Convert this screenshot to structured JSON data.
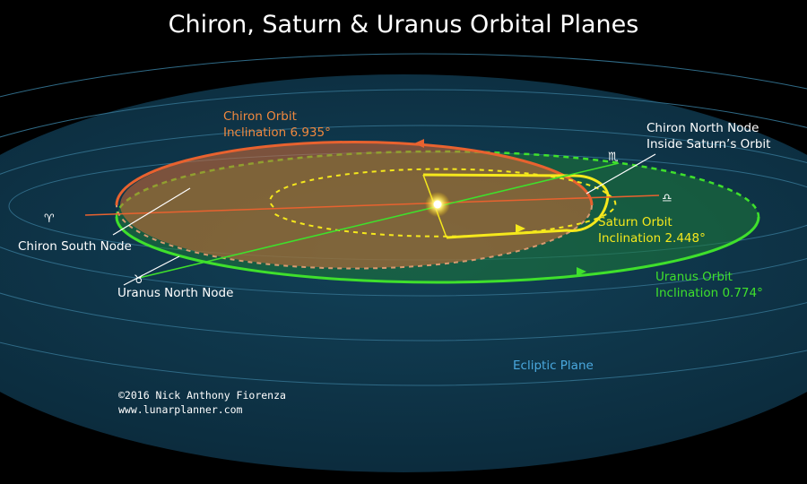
{
  "title": "Chiron, Saturn & Uranus Orbital Planes",
  "labels": {
    "chiron_orbit": "Chiron Orbit",
    "chiron_inclination": "Inclination 6.935°",
    "chiron_north_node_l1": "Chiron North Node",
    "chiron_north_node_l2": "Inside Saturn’s Orbit",
    "saturn_orbit": "Saturn Orbit",
    "saturn_inclination": "Inclination 2.448°",
    "uranus_orbit": "Uranus Orbit",
    "uranus_inclination": "Inclination 0.774°",
    "chiron_south_node": "Chiron South Node",
    "uranus_north_node": "Uranus North Node",
    "ecliptic_plane": "Ecliptic Plane"
  },
  "zodiac": {
    "aries": "♈",
    "libra": "♎",
    "scorpio": "♏",
    "taurus": "♉"
  },
  "credit": {
    "line1": "©2016 Nick Anthony Fiorenza",
    "line2": "www.lunarplanner.com"
  },
  "colors": {
    "background": "#000000",
    "ecliptic": "#0f3346",
    "ecliptic_rings": "#2f6a86",
    "chiron": "#e8622f",
    "chiron_label": "#f0883e",
    "saturn": "#f5e81c",
    "uranus": "#3fe02c",
    "ecliptic_label": "#4aa8de"
  },
  "icons": {
    "sun": "sun-icon"
  }
}
